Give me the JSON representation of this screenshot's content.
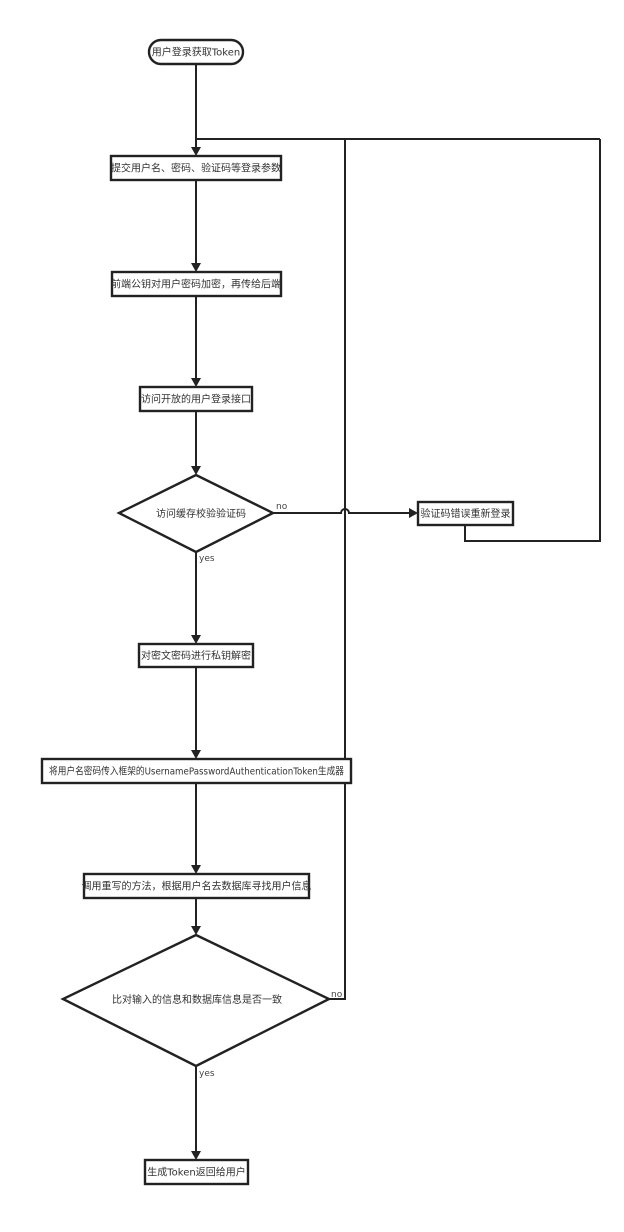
{
  "nodes": {
    "start": "用户登录获取Token",
    "submit_params": "提交用户名、密码、验证码等登录参数",
    "frontend_encrypt": "前端公钥对用户密码加密，再传给后端",
    "access_login_api": "访问开放的用户登录接口",
    "check_captcha": "访问缓存校验验证码",
    "captcha_error": "验证码错误重新登录",
    "private_key_decrypt": "对密文密码进行私钥解密",
    "token_generator": "将用户名密码传入框架的UsernamePasswordAuthenticationToken生成器",
    "query_user": "调用重写的方法，根据用户名去数据库寻找用户信息",
    "compare_info": "比对输入的信息和数据库信息是否一致",
    "return_token": "生成Token返回给用户"
  },
  "edge_labels": {
    "captcha_no": "no",
    "captcha_yes": "yes",
    "compare_no": "no",
    "compare_yes": "yes"
  }
}
